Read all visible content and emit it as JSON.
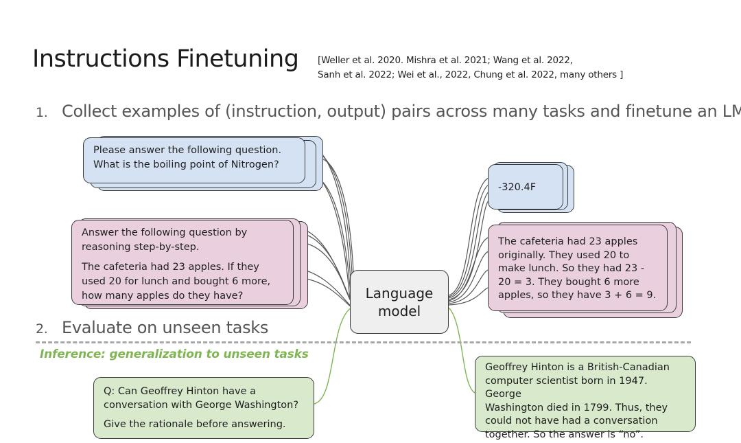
{
  "title": "Instructions Finetuning",
  "citation": {
    "line1": "[Weller et al. 2020. Mishra et al. 2021; Wang et al. 2022,",
    "line2": "Sanh et al. 2022; Wei et al., 2022, Chung et al. 2022, many others ]"
  },
  "steps": [
    {
      "number": "1.",
      "text": "Collect examples of (instruction, output) pairs across many tasks and finetune an LM"
    },
    {
      "number": "2.",
      "text": "Evaluate on unseen tasks"
    }
  ],
  "inference_label": "Inference: generalization to unseen tasks",
  "model_label": {
    "line1": "Language",
    "line2": "model"
  },
  "inputs": {
    "boiling": {
      "line1": "Please answer the following question.",
      "line2": "What is the boiling point of Nitrogen?"
    },
    "apples": {
      "instruction_line1": "Answer the following question by",
      "instruction_line2": "reasoning step-by-step.",
      "q_line1": "The cafeteria had 23 apples. If they",
      "q_line2": "used 20 for lunch and bought 6 more,",
      "q_line3": "how many apples do they have?"
    },
    "hinton": {
      "line1": "Q: Can Geoffrey Hinton have a",
      "line2": "conversation with George Washington?",
      "line3": "Give the rationale before answering."
    }
  },
  "outputs": {
    "boiling": "-320.4F",
    "apples": {
      "line1": "The cafeteria had 23 apples",
      "line2": "originally. They used 20 to",
      "line3": "make lunch. So they had 23 -",
      "line4": "20 = 3. They bought 6 more",
      "line5": "apples, so they have 3 + 6 = 9."
    },
    "hinton": {
      "line1": "Geoffrey Hinton is a British-Canadian",
      "line2": "computer scientist born in 1947. George",
      "line3": "Washington died in 1799. Thus, they",
      "line4": "could not have had a conversation",
      "line5": "together. So the answer is “no”."
    }
  },
  "colors": {
    "input_blue": "#d4e2f3",
    "input_pink": "#ead0de",
    "inference_green": "#d8e9cc",
    "model_grey": "#efefef",
    "inference_text": "#7fb552"
  }
}
